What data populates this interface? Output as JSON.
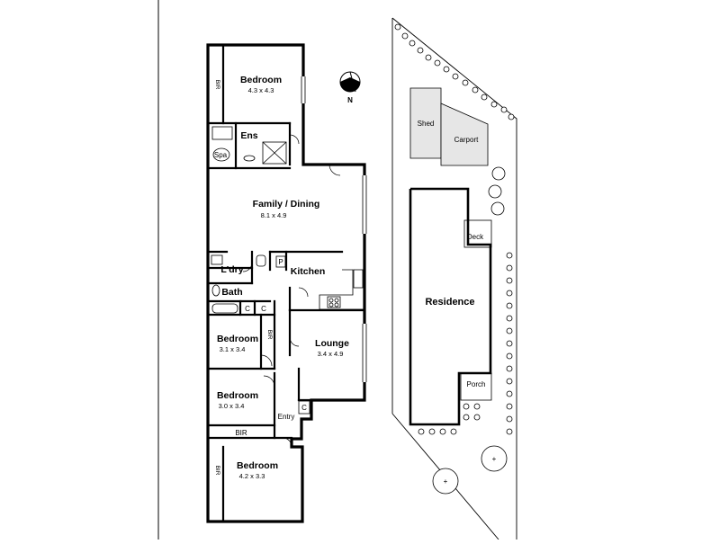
{
  "floorplan": {
    "rooms": [
      {
        "id": "bedroom1",
        "name": "Bedroom",
        "dims": "4.3 x 4.3"
      },
      {
        "id": "ens",
        "name": "Ens",
        "dims": ""
      },
      {
        "id": "family",
        "name": "Family / Dining",
        "dims": "8.1 x 4.9"
      },
      {
        "id": "laundry",
        "name": "L'dry",
        "dims": ""
      },
      {
        "id": "kitchen",
        "name": "Kitchen",
        "dims": ""
      },
      {
        "id": "bath",
        "name": "Bath",
        "dims": ""
      },
      {
        "id": "bedroom2",
        "name": "Bedroom",
        "dims": "3.1 x 3.4"
      },
      {
        "id": "lounge",
        "name": "Lounge",
        "dims": "3.4 x 4.9"
      },
      {
        "id": "bedroom3",
        "name": "Bedroom",
        "dims": "3.0 x 3.4"
      },
      {
        "id": "bedroom4",
        "name": "Bedroom",
        "dims": "4.2 x 3.3"
      }
    ],
    "small_labels": {
      "spa": "Spa",
      "pantry": "P",
      "cupboard1": "C",
      "cupboard2": "C",
      "cupboard3": "C",
      "entry": "Entry",
      "bir_bed1": "BIR",
      "bir_bed2": "BIR",
      "bir_bed3": "BIR",
      "bir_bed4": "BIR"
    },
    "compass": {
      "label": "N"
    }
  },
  "siteplan": {
    "residence": "Residence",
    "shed": "Shed",
    "carport": "Carport",
    "deck": "Deck",
    "porch": "Porch"
  }
}
